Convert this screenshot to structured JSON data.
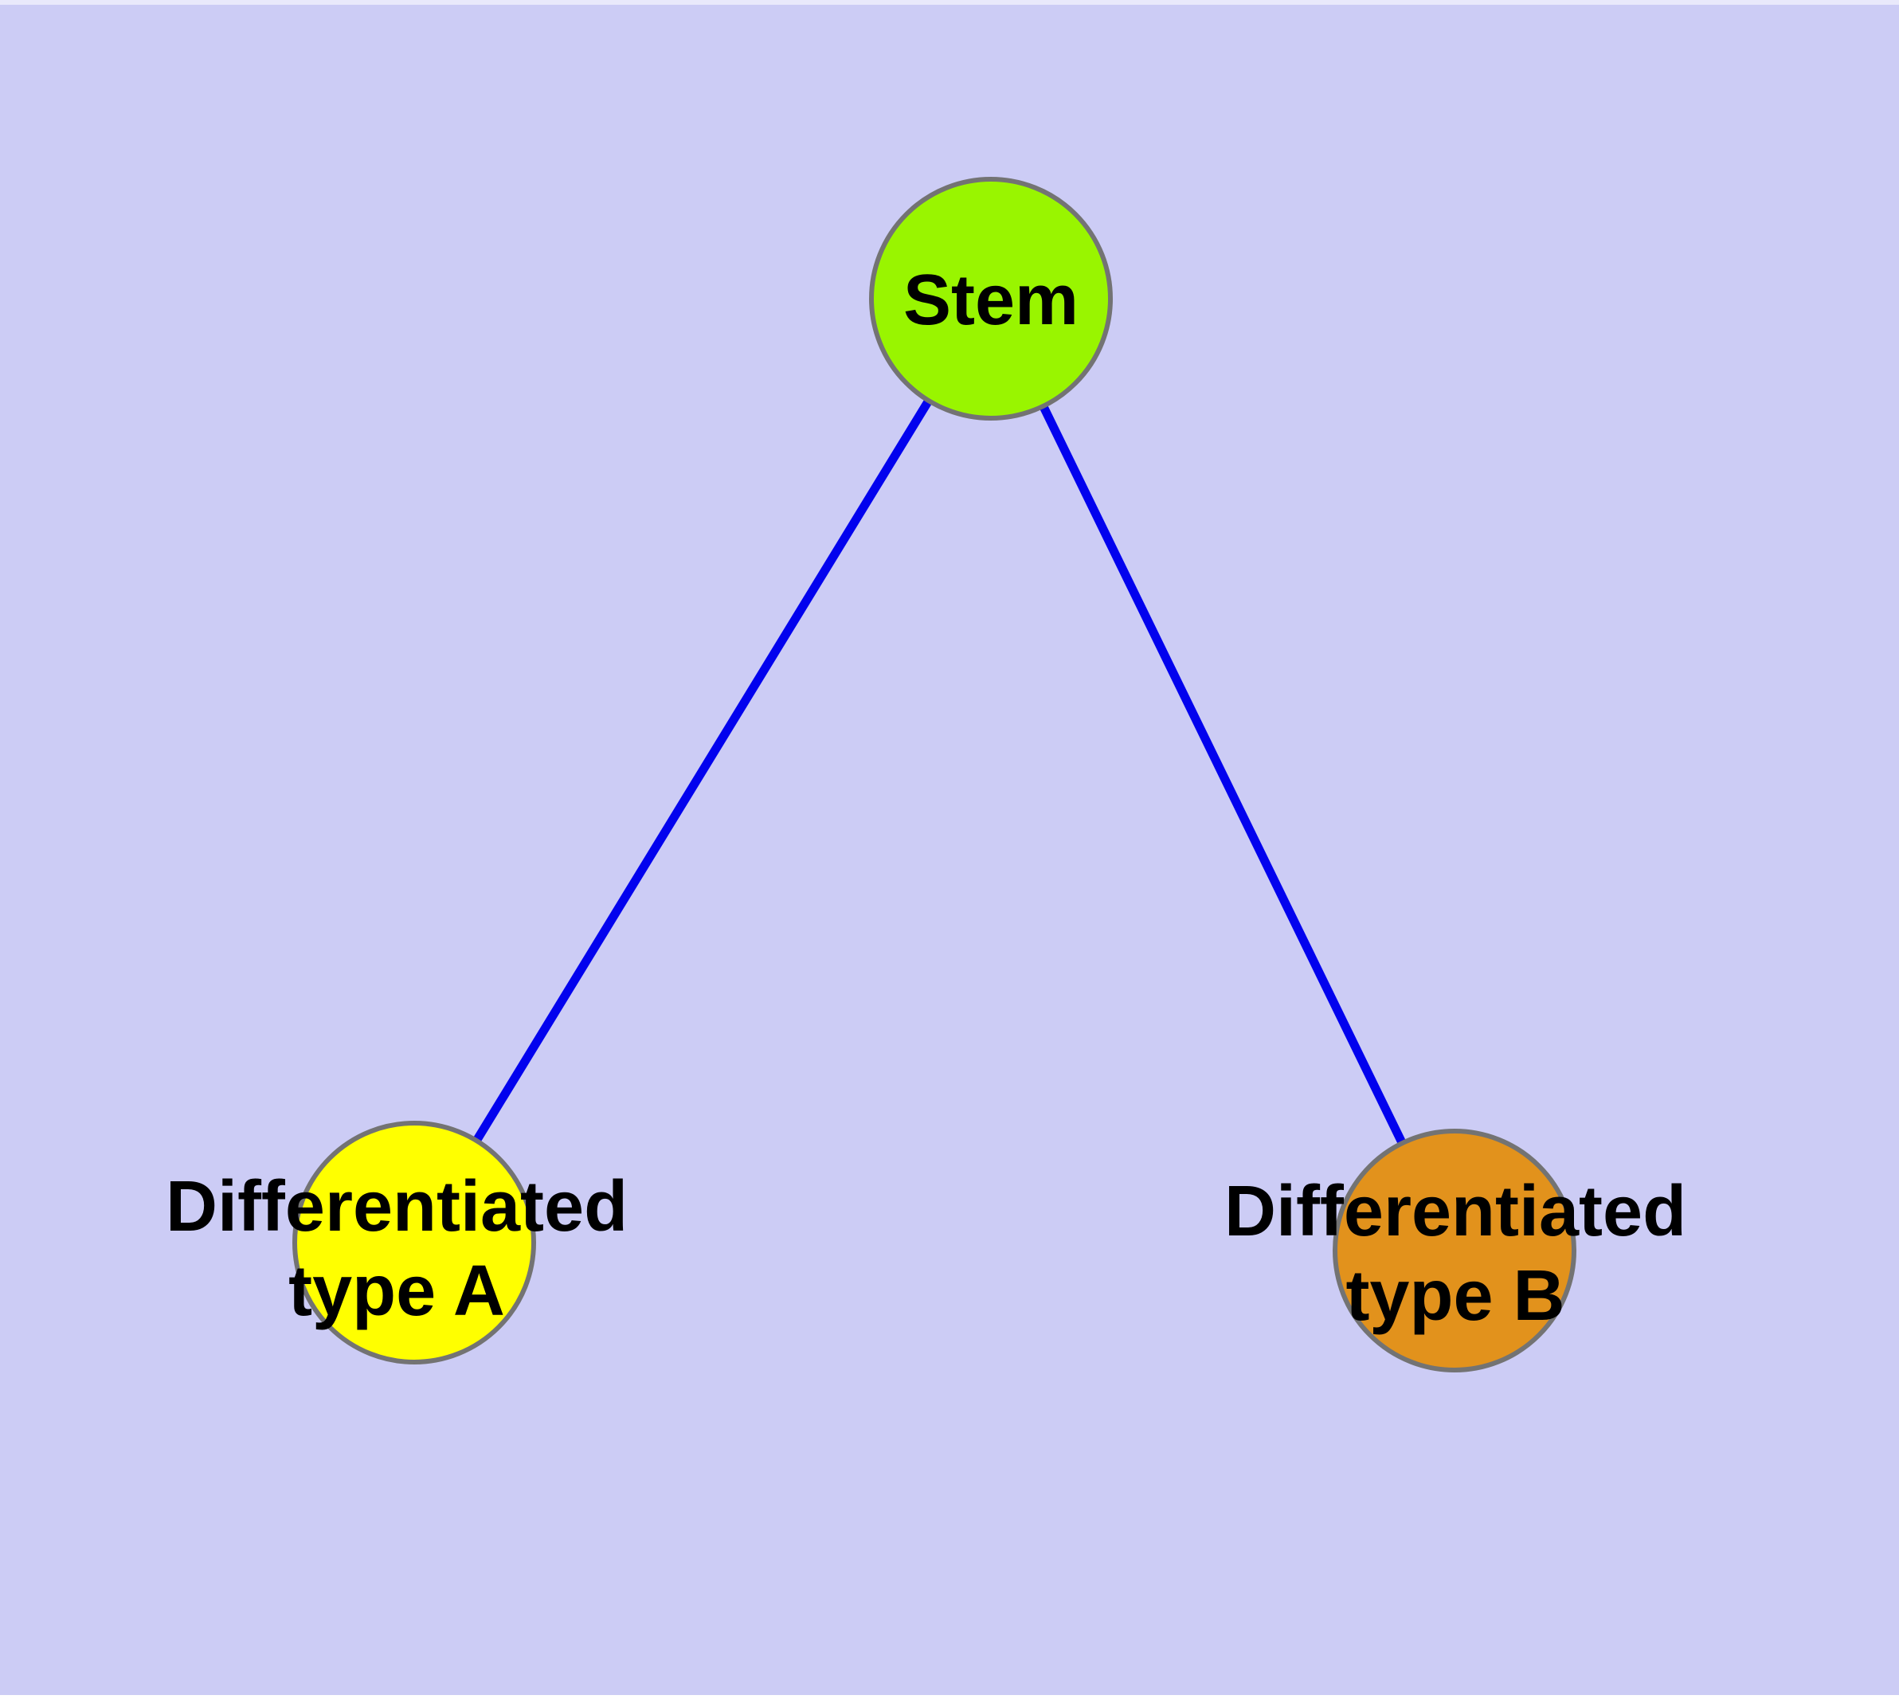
{
  "diagram": {
    "background_color": "#CCCCF5",
    "edge_color": "#0202EE",
    "node_border_color": "#737373",
    "label_color": "#000000",
    "nodes": [
      {
        "id": "stem",
        "label": "Stem",
        "fill_color": "#99F500"
      },
      {
        "id": "differentiated-type-a",
        "label": "Differentiated\ntype A",
        "fill_color": "#FFFF00"
      },
      {
        "id": "differentiated-type-b",
        "label": "Differentiated\ntype B",
        "fill_color": "#E2921C"
      }
    ],
    "edges": [
      {
        "from": "Stem",
        "to": "Differentiated type A",
        "color": "#0202EE"
      },
      {
        "from": "Stem",
        "to": "Differentiated type B",
        "color": "#0202EE"
      }
    ]
  }
}
